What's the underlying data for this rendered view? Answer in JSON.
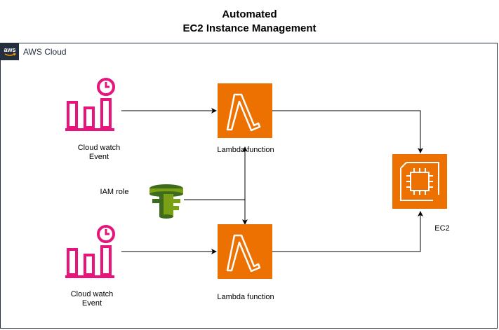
{
  "title": {
    "line1": "Automated",
    "line2": "EC2 Instance Management"
  },
  "cloud": {
    "label": "AWS Cloud",
    "badge_text": "aws"
  },
  "nodes": {
    "cloudwatch_top": {
      "line1": "Cloud watch",
      "line2": "Event"
    },
    "cloudwatch_bottom": {
      "line1": "Cloud watch",
      "line2": "Event"
    },
    "lambda_top": {
      "label": "Lambda function"
    },
    "lambda_bottom": {
      "label": "Lambda function"
    },
    "iam": {
      "label": "IAM role"
    },
    "ec2": {
      "label": "EC2"
    }
  },
  "colors": {
    "cloudwatch": "#e7157b",
    "lambda": "#ed7100",
    "ec2": "#ed7100",
    "iam_dark": "#3f6b1e",
    "iam_light": "#7aa116",
    "cloud_border": "#232f3e"
  }
}
